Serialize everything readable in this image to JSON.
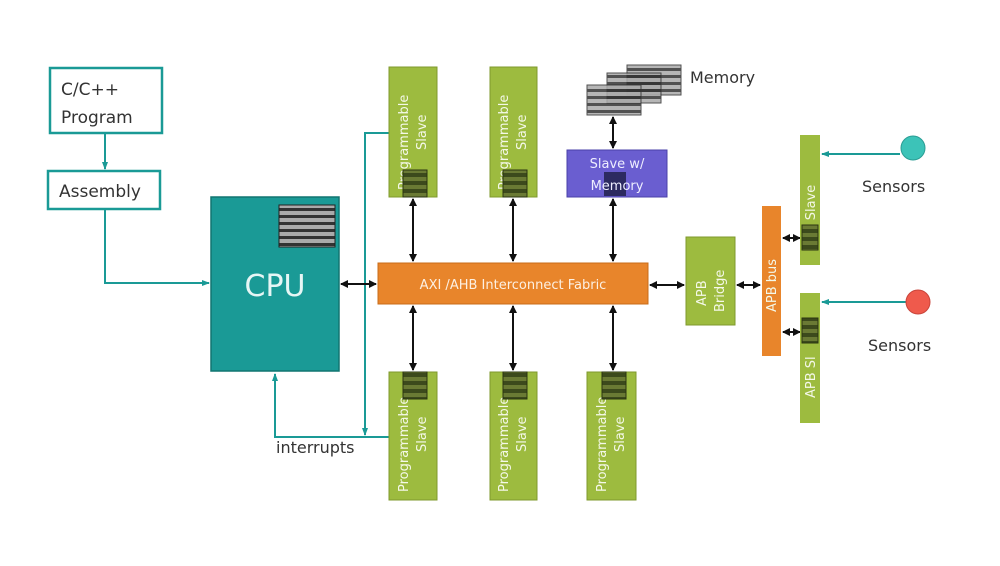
{
  "colors": {
    "teal": "#1a9a96",
    "green": "#9dbb3f",
    "orange": "#e8852b",
    "purple": "#6a5ed0",
    "sensor_teal": "#3cc3b8",
    "sensor_red": "#ef5a4c"
  },
  "blocks": {
    "program": {
      "line1": "C/C++",
      "line2": "Program"
    },
    "assembly": "Assembly",
    "cpu": "CPU",
    "fabric": "AXI /AHB  Interconnect  Fabric",
    "memory": "Memory",
    "slave_memory": {
      "line1": "Slave w/",
      "line2": "Memory"
    },
    "prog_slave": {
      "line1": "Programmable",
      "line2": "Slave"
    },
    "apb_bridge": {
      "line1": "APB",
      "line2": "Bridge"
    },
    "apb_bus": "APB bus",
    "apb_slave": "APB Slave",
    "apb_slave_2": "APB Sl",
    "sensors": "Sensors",
    "interrupts": "interrupts"
  }
}
